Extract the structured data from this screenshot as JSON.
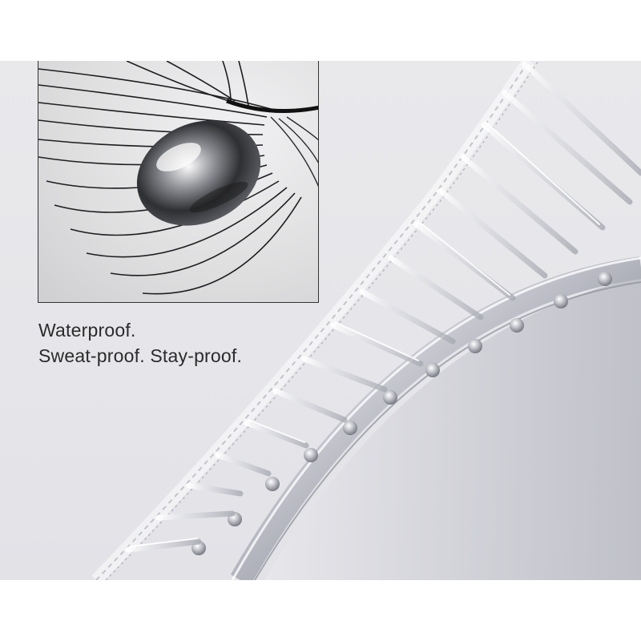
{
  "caption": {
    "line1": "Waterproof.",
    "line2": "Sweat-proof. Stay-proof."
  },
  "colors": {
    "background": "#e7e7eb",
    "text": "#2b2b2b",
    "inset_border": "#333333",
    "lash_dark": "#1a1a1a",
    "band_silver": "#9a9ca6"
  },
  "images": {
    "inset": "lash-with-water-droplet-closeup",
    "main": "clear-lash-band-on-silver-applicator"
  }
}
